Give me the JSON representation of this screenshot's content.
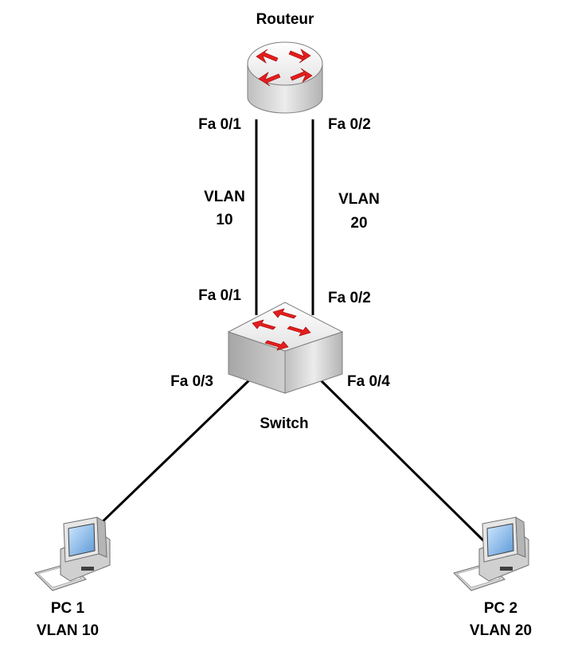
{
  "devices": {
    "router": {
      "name": "Routeur"
    },
    "switch": {
      "name": "Switch"
    },
    "pc1": {
      "name": "PC 1",
      "vlan": "VLAN 10"
    },
    "pc2": {
      "name": "PC 2",
      "vlan": "VLAN 20"
    }
  },
  "links": {
    "router_switch_1": {
      "router_port": "Fa 0/1",
      "switch_port": "Fa 0/1",
      "vlan_line1": "VLAN",
      "vlan_line2": "10"
    },
    "router_switch_2": {
      "router_port": "Fa 0/2",
      "switch_port": "Fa 0/2",
      "vlan_line1": "VLAN",
      "vlan_line2": "20"
    },
    "switch_pc1": {
      "switch_port": "Fa 0/3"
    },
    "switch_pc2": {
      "switch_port": "Fa 0/4"
    }
  },
  "colors": {
    "arrow": "#e31e1e",
    "device_body": "#d9d9d9",
    "device_top": "#f2f2f2",
    "cable": "#000000"
  },
  "icons": {
    "router": "router-icon",
    "switch": "switch-icon",
    "pc": "desktop-computer-icon"
  }
}
